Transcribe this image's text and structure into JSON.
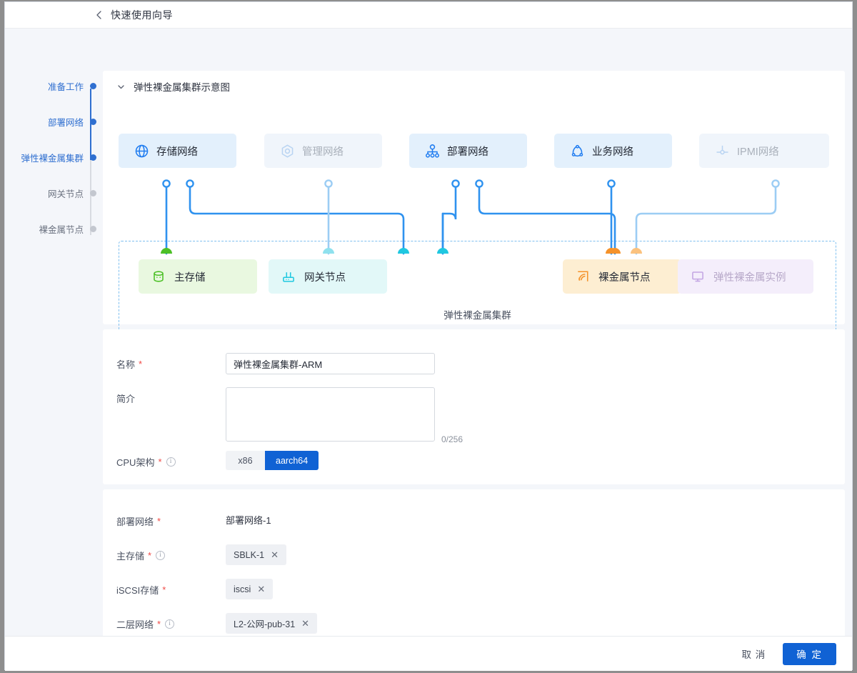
{
  "titlebar": {
    "back_icon": "chevron-left-icon",
    "title": "快速使用向导"
  },
  "steps": [
    {
      "label": "准备工作",
      "state": "active"
    },
    {
      "label": "部署网络",
      "state": "active"
    },
    {
      "label": "弹性裸金属集群",
      "state": "active"
    },
    {
      "label": "网关节点",
      "state": "inactive"
    },
    {
      "label": "裸金属节点",
      "state": "inactive"
    }
  ],
  "diagram": {
    "section_title": "弹性裸金属集群示意图",
    "caret_icon": "chevron-down-icon",
    "cluster_caption": "弹性裸金属集群",
    "networks": [
      {
        "label": "存储网络",
        "icon": "globe-icon",
        "state": "on"
      },
      {
        "label": "管理网络",
        "icon": "hexagon-target-icon",
        "state": "off"
      },
      {
        "label": "部署网络",
        "icon": "sitemap-icon",
        "state": "on"
      },
      {
        "label": "业务网络",
        "icon": "triangle-nodes-icon",
        "state": "on"
      },
      {
        "label": "IPMI网络",
        "icon": "crosshair-node-icon",
        "state": "off"
      }
    ],
    "nodes": [
      {
        "label": "主存储",
        "icon": "database-icon",
        "color": "green"
      },
      {
        "label": "网关节点",
        "icon": "router-icon",
        "color": "cyan"
      },
      {
        "label": "裸金属节点",
        "icon": "signal-server-icon",
        "color": "orange"
      },
      {
        "label": "弹性裸金属实例",
        "icon": "monitor-icon",
        "color": "purple"
      }
    ],
    "colors": {
      "wire_blue": "#2f92ef",
      "wire_light": "#9ccdf4",
      "dashed_border": "#7fc0f0",
      "green": "#4cc026",
      "cyan": "#1fc8e0",
      "cyan_light": "#8fe1ee",
      "orange": "#f5922a",
      "orange_light": "#fbc27e",
      "purple": "#c3a6e3"
    }
  },
  "basic_form": {
    "name": {
      "label": "名称",
      "required": true,
      "value": "弹性裸金属集群-ARM",
      "placeholder": ""
    },
    "desc": {
      "label": "简介",
      "required": false,
      "value": "",
      "placeholder": "",
      "counter": "0/256"
    },
    "cpu_arch": {
      "label": "CPU架构",
      "required": true,
      "info_icon": "info-circle-icon",
      "options": [
        "x86",
        "aarch64"
      ],
      "selected": "aarch64"
    }
  },
  "network_form": {
    "deploy_network": {
      "label": "部署网络",
      "required": true,
      "value": "部署网络-1"
    },
    "main_storage": {
      "label": "主存储",
      "required": true,
      "info_icon": "info-circle-icon",
      "tag": "SBLK-1",
      "remove_icon": "close-icon"
    },
    "iscsi_storage": {
      "label": "iSCSI存储",
      "required": true,
      "tag": "iscsi",
      "remove_icon": "close-icon"
    },
    "l2_network": {
      "label": "二层网络",
      "required": true,
      "info_icon": "info-circle-icon",
      "tag": "L2-公网-pub-31",
      "remove_icon": "close-icon"
    }
  },
  "footer": {
    "cancel": "取 消",
    "confirm": "确 定",
    "accent": "#1062d4"
  }
}
